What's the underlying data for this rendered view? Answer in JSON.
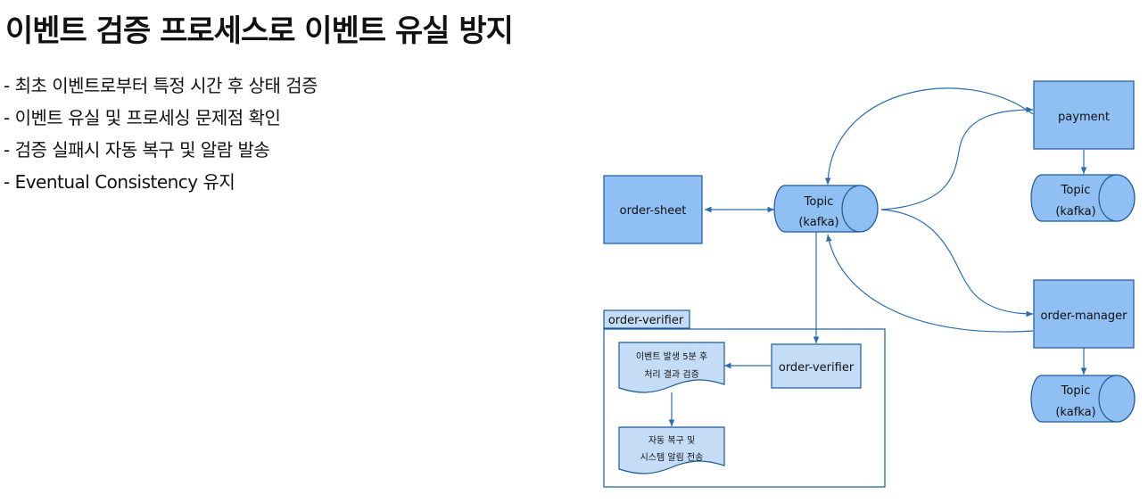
{
  "title": "이벤트 검증 프로세스로 이벤트 유실 방지",
  "bullets": [
    "- 최초 이벤트로부터 특정 시간 후 상태 검증",
    "- 이벤트 유실 및 프로세싱 문제점 확인",
    "- 검증 실패시 자동 복구 및 알람 발송",
    "- Eventual Consistency 유지"
  ],
  "diagram": {
    "order_sheet": "order-sheet",
    "topic_main": {
      "line1": "Topic",
      "line2": "(kafka)"
    },
    "payment": "payment",
    "topic_payment": {
      "line1": "Topic",
      "line2": "(kafka)"
    },
    "order_manager": "order-manager",
    "topic_manager": {
      "line1": "Topic",
      "line2": "(kafka)"
    },
    "verifier_group_label": "order-verifier",
    "order_verifier": "order-verifier",
    "doc_check": {
      "line1": "이벤트 발생 5분 후",
      "line2": "처리 결과 검증"
    },
    "doc_recover": {
      "line1": "자동 복구 및",
      "line2": "시스템 알림 전송"
    }
  },
  "colors": {
    "node_fill": "#8fbff3",
    "node_fill_light": "#c5dcf7",
    "stroke": "#1a5a9a",
    "edge": "#2a6cb0"
  }
}
